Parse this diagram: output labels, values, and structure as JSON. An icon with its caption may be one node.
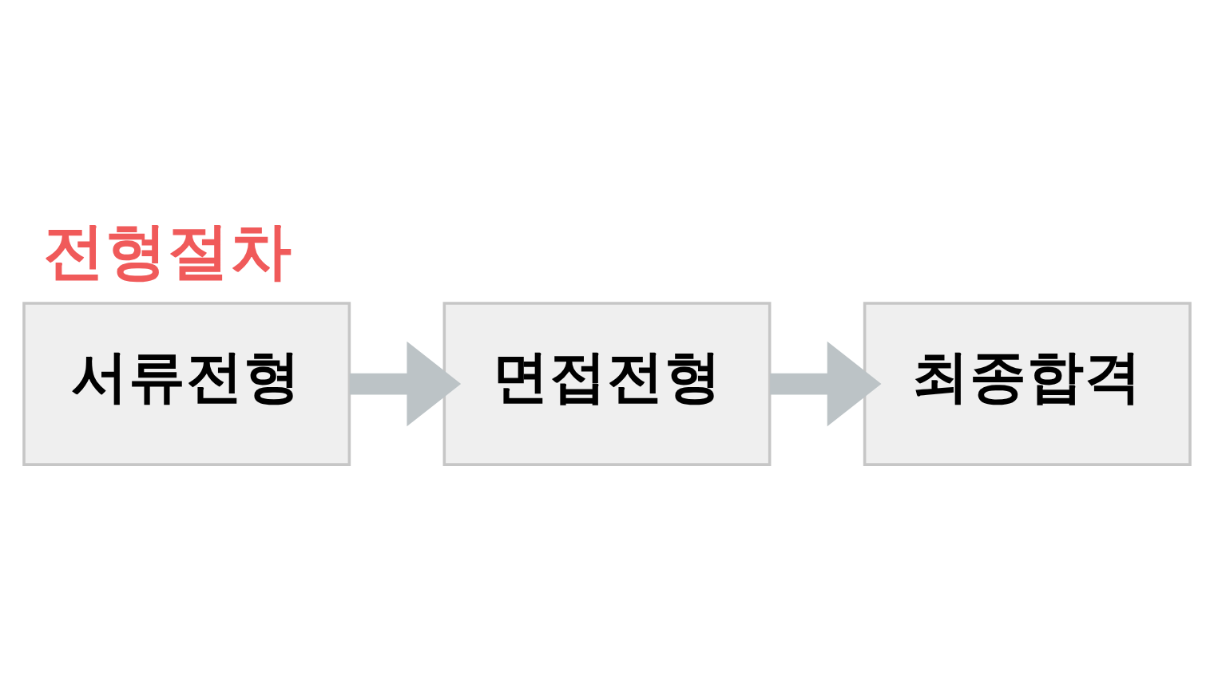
{
  "diagram": {
    "title": "전형절차",
    "nodes": [
      {
        "text": [
          "서류전형"
        ]
      },
      {
        "text": [
          "면접전형"
        ]
      },
      {
        "text": [
          "최종합격"
        ]
      }
    ],
    "edges": [
      {
        "from": 0,
        "to": 1,
        "arrow": "to"
      },
      {
        "from": 1,
        "to": 2,
        "arrow": "to"
      }
    ]
  }
}
